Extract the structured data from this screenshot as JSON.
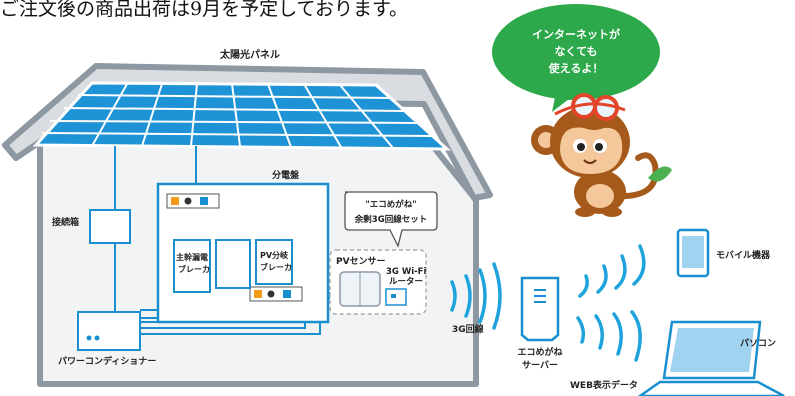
{
  "caption_top": "ご注文後の商品出荷は9月を予定しております。",
  "bubble": {
    "line1": "インターネットが",
    "line2": "なくても",
    "line3": "使えるよ！"
  },
  "labels": {
    "solar_panel": "太陽光パネル",
    "junction_box": "接続箱",
    "power_conditioner": "パワーコンディショナー",
    "distribution_board": "分電盤",
    "main_breaker_1": "主幹漏電",
    "main_breaker_2": "ブレーカ",
    "pv_breaker_1": "PV分岐",
    "pv_breaker_2": "ブレーカ",
    "set_title_1": "\"エコめがね\"",
    "set_title_2": "余剰3G回線セット",
    "pv_sensor": "PVセンサー",
    "router_1": "3G Wi-Fi",
    "router_2": "ルーター",
    "line_3g": "3G回線",
    "server_1": "エコめがね",
    "server_2": "サーバー",
    "mobile": "モバイル機器",
    "pc": "パソコン",
    "web_data": "WEB表示データ"
  },
  "colors": {
    "house_fill": "#f1f3f5",
    "house_stroke": "#8d98a3",
    "wire": "#1a8fd0",
    "panel_blue": "#1e93d6",
    "bubble_green": "#2da84a",
    "accent_orange": "#f29a1b",
    "monkey_brown": "#a55a1c"
  }
}
